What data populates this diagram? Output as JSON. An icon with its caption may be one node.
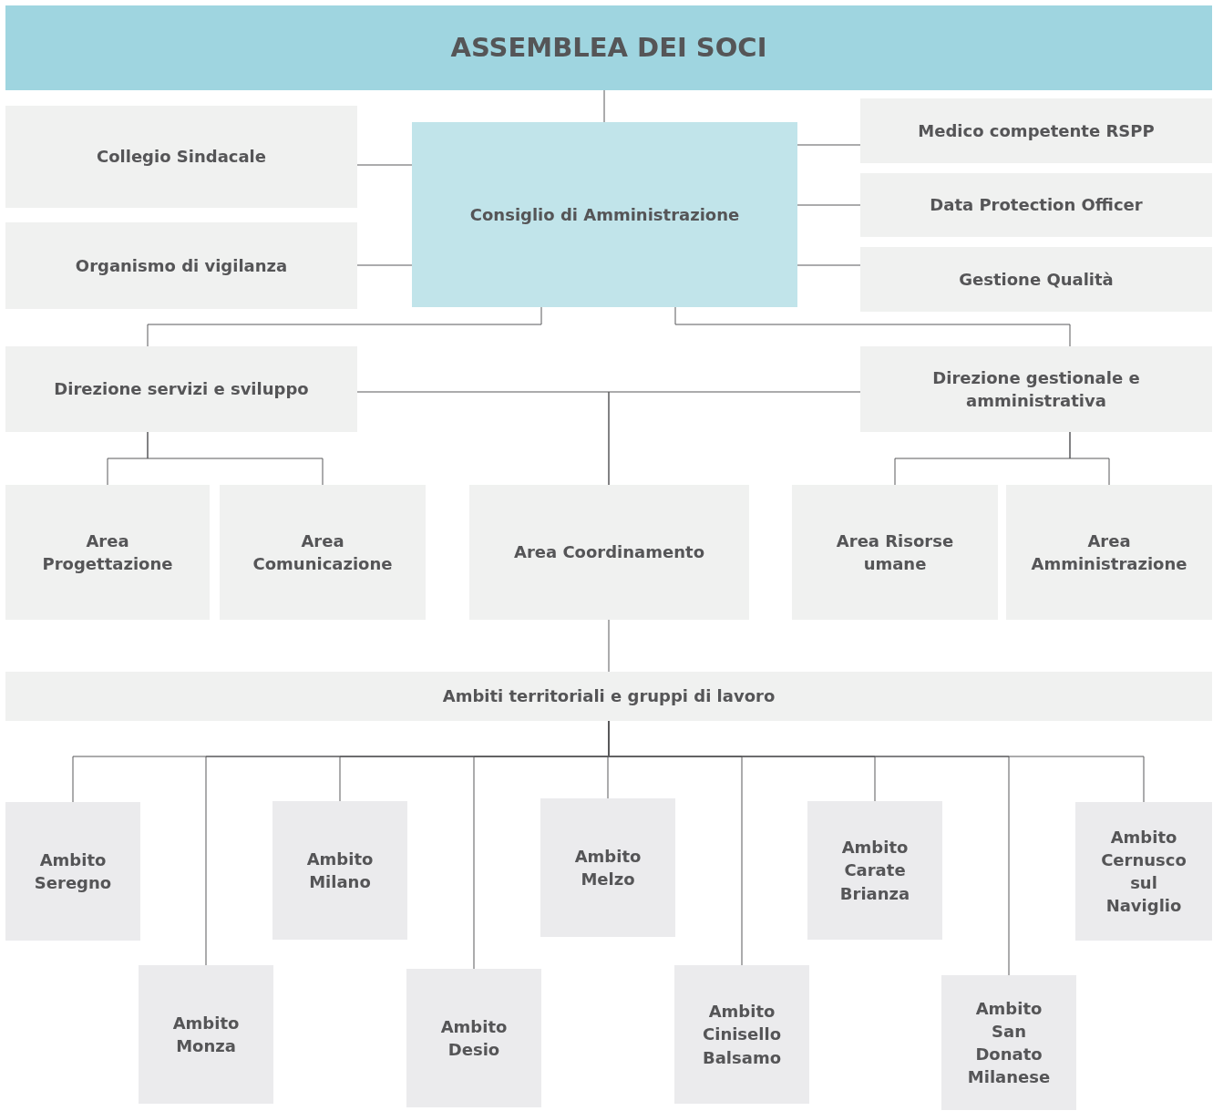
{
  "diagram": {
    "nodes": [
      {
        "text": [
          "ASSEMBLEA DEI SOCI"
        ]
      },
      {
        "text": [
          "Collegio Sindacale"
        ]
      },
      {
        "text": [
          "Organismo di vigilanza"
        ]
      },
      {
        "text": [
          "Consiglio di Amministrazione"
        ]
      },
      {
        "text": [
          "Medico competente RSPP"
        ]
      },
      {
        "text": [
          "Data Protection Officer"
        ]
      },
      {
        "text": [
          "Gestione Qualità"
        ]
      },
      {
        "text": [
          "Direzione servizi e sviluppo"
        ]
      },
      {
        "text": [
          "Direzione gestionale e amministrativa"
        ]
      },
      {
        "text": [
          "Area Progettazione"
        ]
      },
      {
        "text": [
          "Area Comunicazione"
        ]
      },
      {
        "text": [
          "Area Coordinamento"
        ]
      },
      {
        "text": [
          "Area Risorse umane"
        ]
      },
      {
        "text": [
          "Area Amministrazione"
        ]
      },
      {
        "text": [
          "Ambiti territoriali e gruppi di lavoro"
        ]
      },
      {
        "text": [
          "Ambito Seregno"
        ]
      },
      {
        "text": [
          "Ambito Monza"
        ]
      },
      {
        "text": [
          "Ambito Milano"
        ]
      },
      {
        "text": [
          "Ambito Desio"
        ]
      },
      {
        "text": [
          "Ambito Melzo"
        ]
      },
      {
        "text": [
          "Ambito Cinisello Balsamo"
        ]
      },
      {
        "text": [
          "Ambito Carate Brianza"
        ]
      },
      {
        "text": [
          "Ambito San Donato Milanese"
        ]
      },
      {
        "text": [
          "Ambito Cernusco sul Naviglio"
        ]
      }
    ],
    "edges": [
      {
        "from": 0,
        "to": 3,
        "arrow": "none"
      },
      {
        "from": 3,
        "to": 1,
        "arrow": "none"
      },
      {
        "from": 3,
        "to": 2,
        "arrow": "none"
      },
      {
        "from": 3,
        "to": 4,
        "arrow": "none"
      },
      {
        "from": 3,
        "to": 5,
        "arrow": "none"
      },
      {
        "from": 3,
        "to": 6,
        "arrow": "none"
      },
      {
        "from": 3,
        "to": 7,
        "arrow": "none"
      },
      {
        "from": 3,
        "to": 8,
        "arrow": "none"
      },
      {
        "from": 7,
        "to": 11,
        "arrow": "none"
      },
      {
        "from": 8,
        "to": 11,
        "arrow": "none"
      },
      {
        "from": 7,
        "to": 9,
        "arrow": "none"
      },
      {
        "from": 7,
        "to": 10,
        "arrow": "none"
      },
      {
        "from": 8,
        "to": 12,
        "arrow": "none"
      },
      {
        "from": 8,
        "to": 13,
        "arrow": "none"
      },
      {
        "from": 11,
        "to": 14,
        "arrow": "none"
      },
      {
        "from": 14,
        "to": 15,
        "arrow": "none"
      },
      {
        "from": 14,
        "to": 16,
        "arrow": "none"
      },
      {
        "from": 14,
        "to": 17,
        "arrow": "none"
      },
      {
        "from": 14,
        "to": 18,
        "arrow": "none"
      },
      {
        "from": 14,
        "to": 19,
        "arrow": "none"
      },
      {
        "from": 14,
        "to": 20,
        "arrow": "none"
      },
      {
        "from": 14,
        "to": 21,
        "arrow": "none"
      },
      {
        "from": 14,
        "to": 22,
        "arrow": "none"
      },
      {
        "from": 14,
        "to": 23,
        "arrow": "none"
      }
    ]
  }
}
